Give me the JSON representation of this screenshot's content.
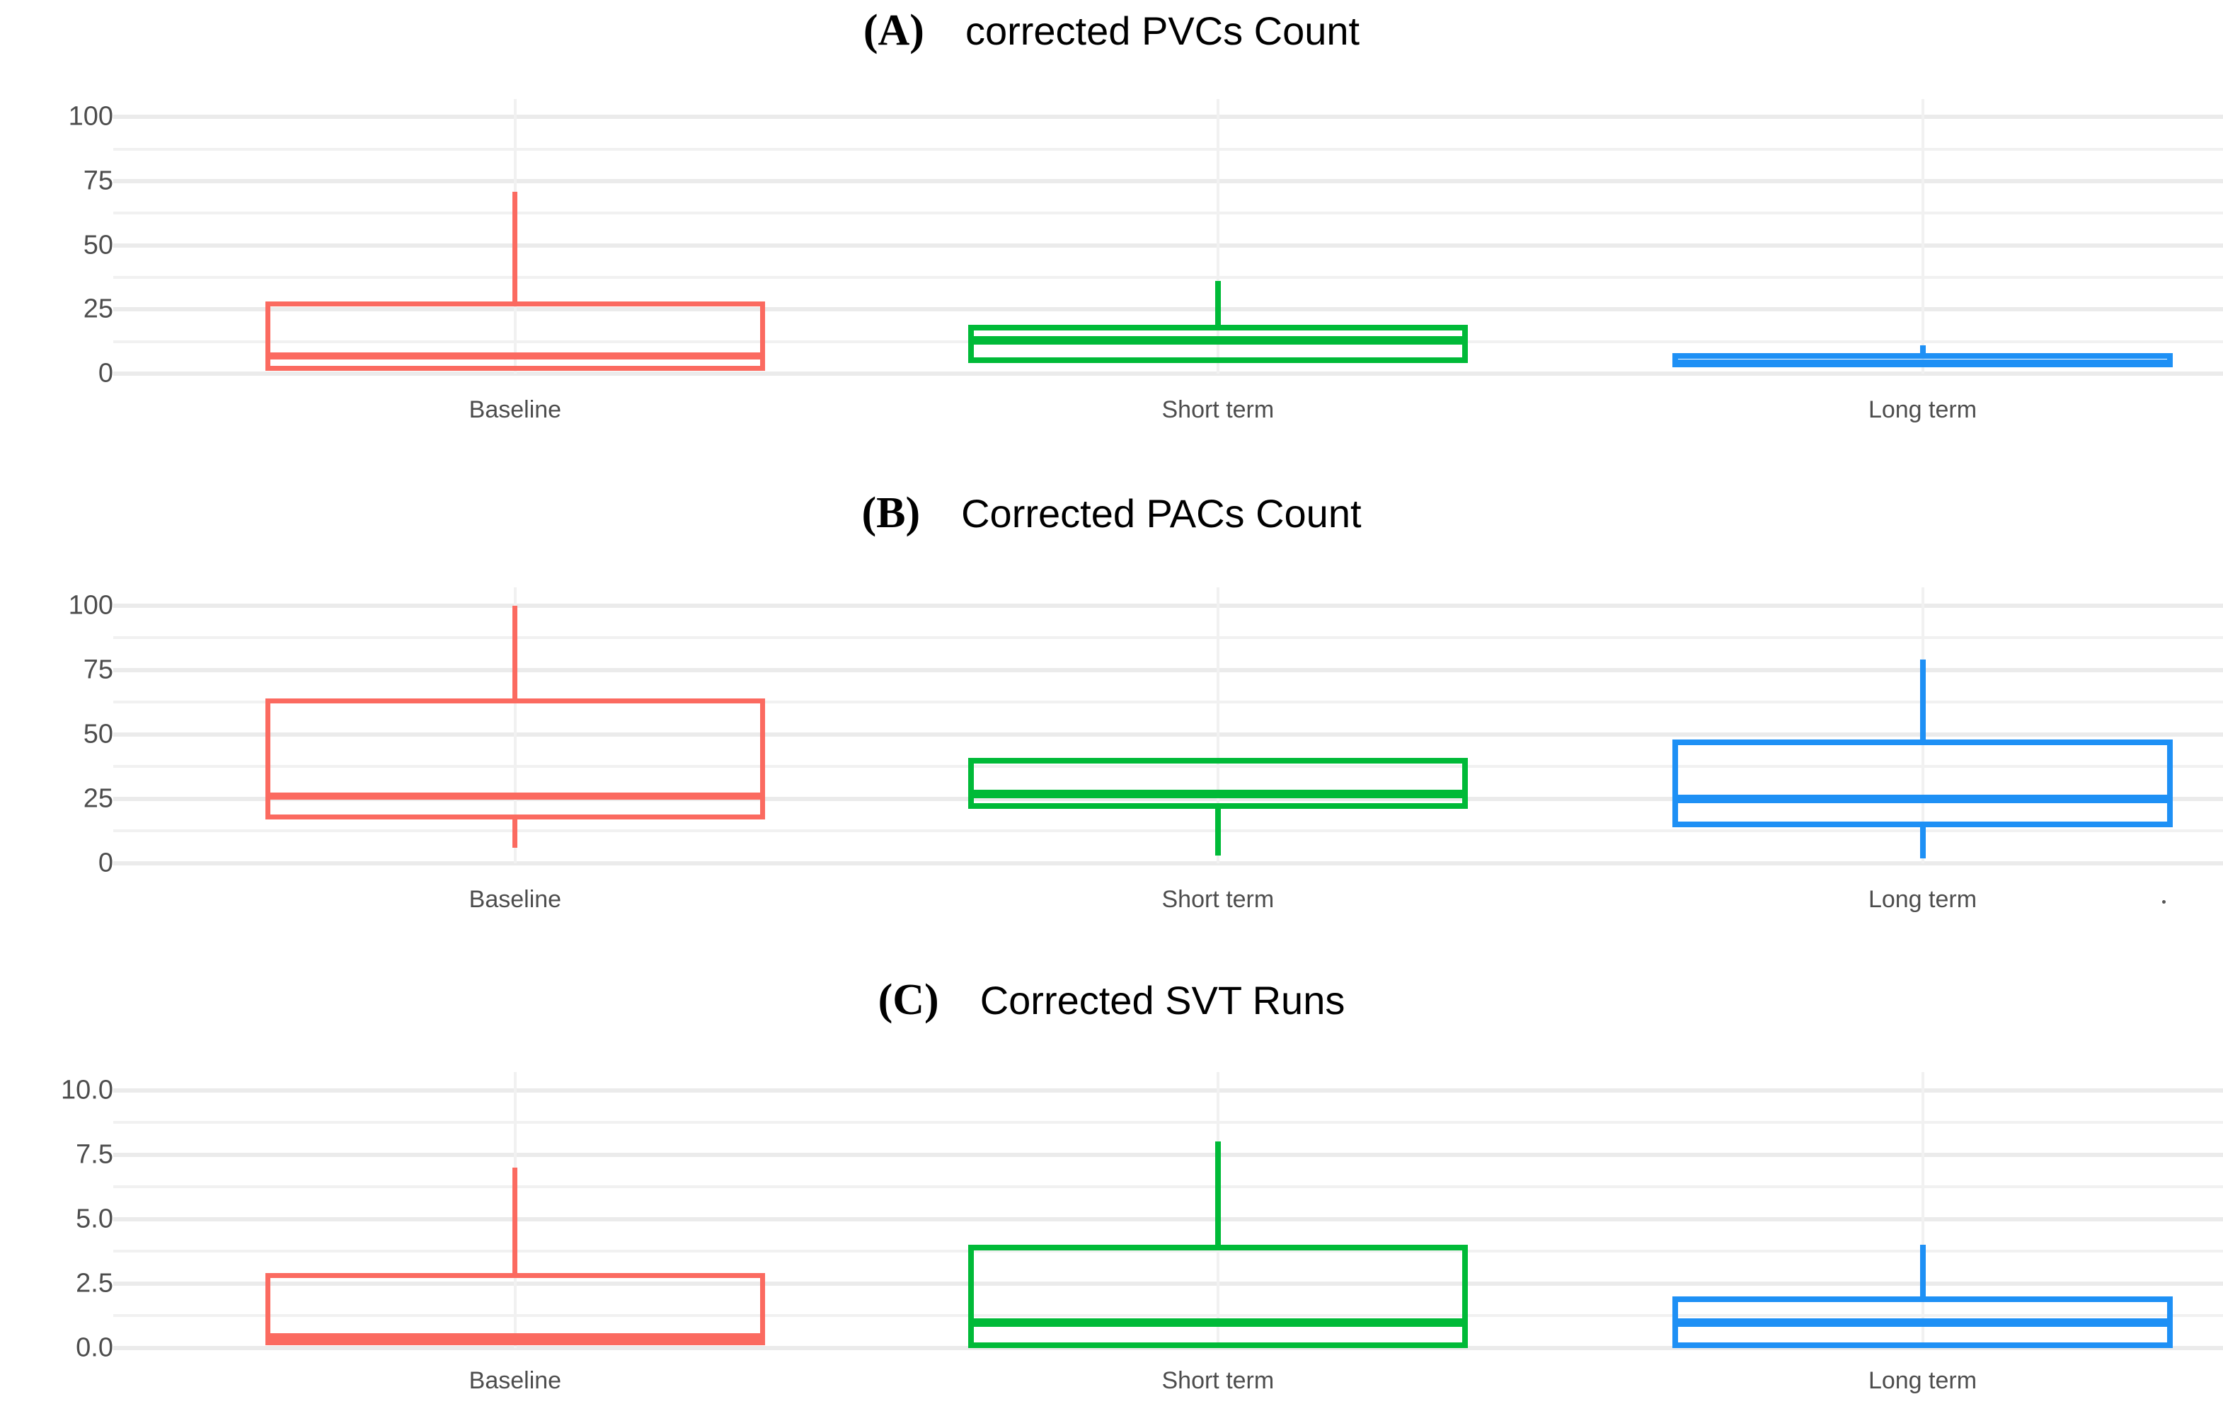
{
  "figure": {
    "background": "#ffffff",
    "panel_count": 3
  },
  "colors": {
    "baseline": "#FB6A60",
    "short_term": "#00BA38",
    "long_term": "#1E90F5",
    "gridline_major": "#ebebeb",
    "gridline_minor": "#f1f1f1",
    "tick_text": "#4d4d4d",
    "title_text": "#000000"
  },
  "panels": [
    {
      "letter": "(A)",
      "title": "corrected PVCs Count",
      "chart_data": {
        "type": "box",
        "title": "corrected PVCs Count",
        "xlabel": "",
        "ylabel": "",
        "categories": [
          "Baseline",
          "Short term",
          "Long term"
        ],
        "ylim": [
          0,
          107
        ],
        "yticks": [
          0,
          25,
          50,
          75,
          100
        ],
        "ytick_labels": [
          "0",
          "25",
          "50",
          "75",
          "100"
        ],
        "minor_gridlines": [
          12.5,
          37.5,
          62.5,
          87.5
        ],
        "grid": true,
        "legend": "none",
        "boxes": [
          {
            "name": "Baseline",
            "color": "#FB6A60",
            "whisker_high": 71,
            "q3": 28,
            "median": 7,
            "q1": 1,
            "whisker_low": 1
          },
          {
            "name": "Short term",
            "color": "#00BA38",
            "whisker_high": 36,
            "q3": 19,
            "median": 13,
            "q1": 4,
            "whisker_low": 4
          },
          {
            "name": "Long term",
            "color": "#1E90F5",
            "whisker_high": 11,
            "q3": 8,
            "median": 4,
            "q1": 3,
            "whisker_low": 3
          }
        ]
      }
    },
    {
      "letter": "(B)",
      "title": "Corrected PACs Count",
      "chart_data": {
        "type": "box",
        "title": "Corrected PACs Count",
        "xlabel": "",
        "ylabel": "",
        "categories": [
          "Baseline",
          "Short term",
          "Long term"
        ],
        "ylim": [
          0,
          107
        ],
        "yticks": [
          0,
          25,
          50,
          75,
          100
        ],
        "ytick_labels": [
          "0",
          "25",
          "50",
          "75",
          "100"
        ],
        "minor_gridlines": [
          12.5,
          37.5,
          62.5,
          87.5
        ],
        "grid": true,
        "legend": "none",
        "boxes": [
          {
            "name": "Baseline",
            "color": "#FB6A60",
            "whisker_high": 100,
            "q3": 64,
            "median": 26,
            "q1": 17,
            "whisker_low": 6
          },
          {
            "name": "Short term",
            "color": "#00BA38",
            "whisker_high": 41,
            "q3": 41,
            "median": 27,
            "q1": 21,
            "whisker_low": 3
          },
          {
            "name": "Long term",
            "color": "#1E90F5",
            "whisker_high": 79,
            "q3": 48,
            "median": 25,
            "q1": 14,
            "whisker_low": 2
          }
        ]
      }
    },
    {
      "letter": "(C)",
      "title": "Corrected SVT Runs",
      "chart_data": {
        "type": "box",
        "title": "Corrected SVT Runs",
        "xlabel": "",
        "ylabel": "",
        "categories": [
          "Baseline",
          "Short term",
          "Long term"
        ],
        "ylim": [
          0,
          10.7
        ],
        "yticks": [
          0.0,
          2.5,
          5.0,
          7.5,
          10.0
        ],
        "ytick_labels": [
          "0.0",
          "2.5",
          "5.0",
          "7.5",
          "10.0"
        ],
        "minor_gridlines": [
          1.25,
          3.75,
          6.25,
          8.75
        ],
        "grid": true,
        "legend": "none",
        "boxes": [
          {
            "name": "Baseline",
            "color": "#FB6A60",
            "whisker_high": 7.0,
            "q3": 2.9,
            "median": 0.45,
            "q1": 0.1,
            "whisker_low": 0.1
          },
          {
            "name": "Short term",
            "color": "#00BA38",
            "whisker_high": 8.0,
            "q3": 4.0,
            "median": 1.0,
            "q1": 0.0,
            "whisker_low": 0.0
          },
          {
            "name": "Long term",
            "color": "#1E90F5",
            "whisker_high": 4.0,
            "q3": 2.0,
            "median": 1.0,
            "q1": 0.0,
            "whisker_low": 0.0
          }
        ]
      }
    }
  ]
}
